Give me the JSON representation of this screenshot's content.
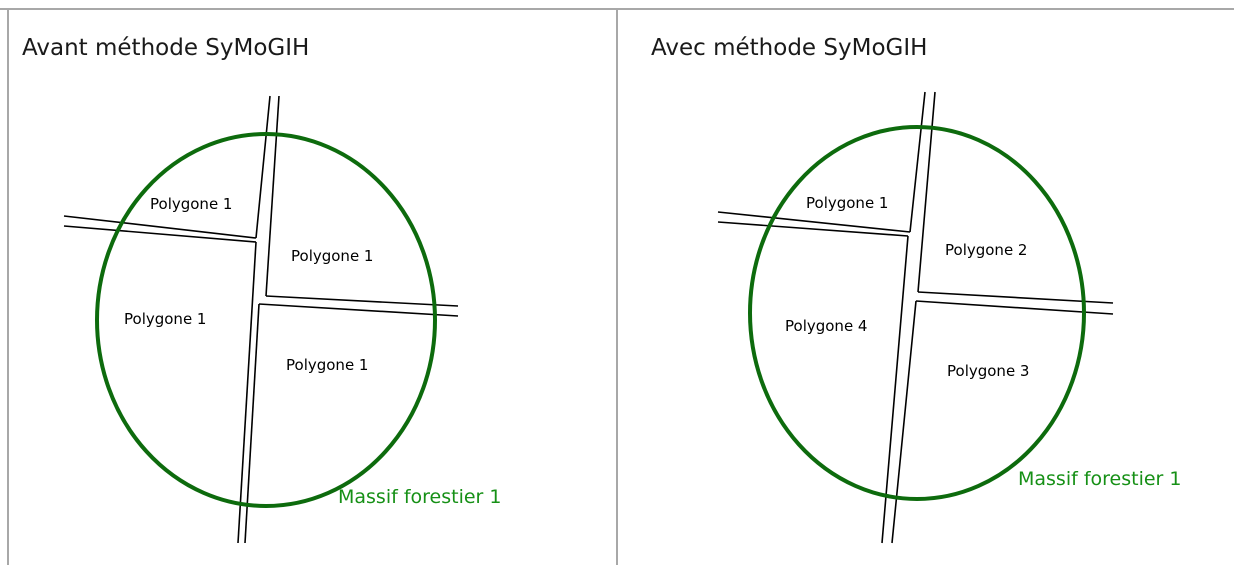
{
  "colors": {
    "forest": "#0d6b0d",
    "massif_text": "#169016",
    "road": "#000000",
    "frame": "#a8a8a8"
  },
  "panels": [
    {
      "title": "Avant méthode SyMoGIH",
      "polygons": [
        "Polygone 1",
        "Polygone 1",
        "Polygone 1",
        "Polygone 1"
      ],
      "massif_label": "Massif forestier 1"
    },
    {
      "title": "Avec méthode SyMoGIH",
      "polygons": [
        "Polygone 1",
        "Polygone 2",
        "Polygone 4",
        "Polygone 3"
      ],
      "massif_label": "Massif forestier 1"
    }
  ]
}
